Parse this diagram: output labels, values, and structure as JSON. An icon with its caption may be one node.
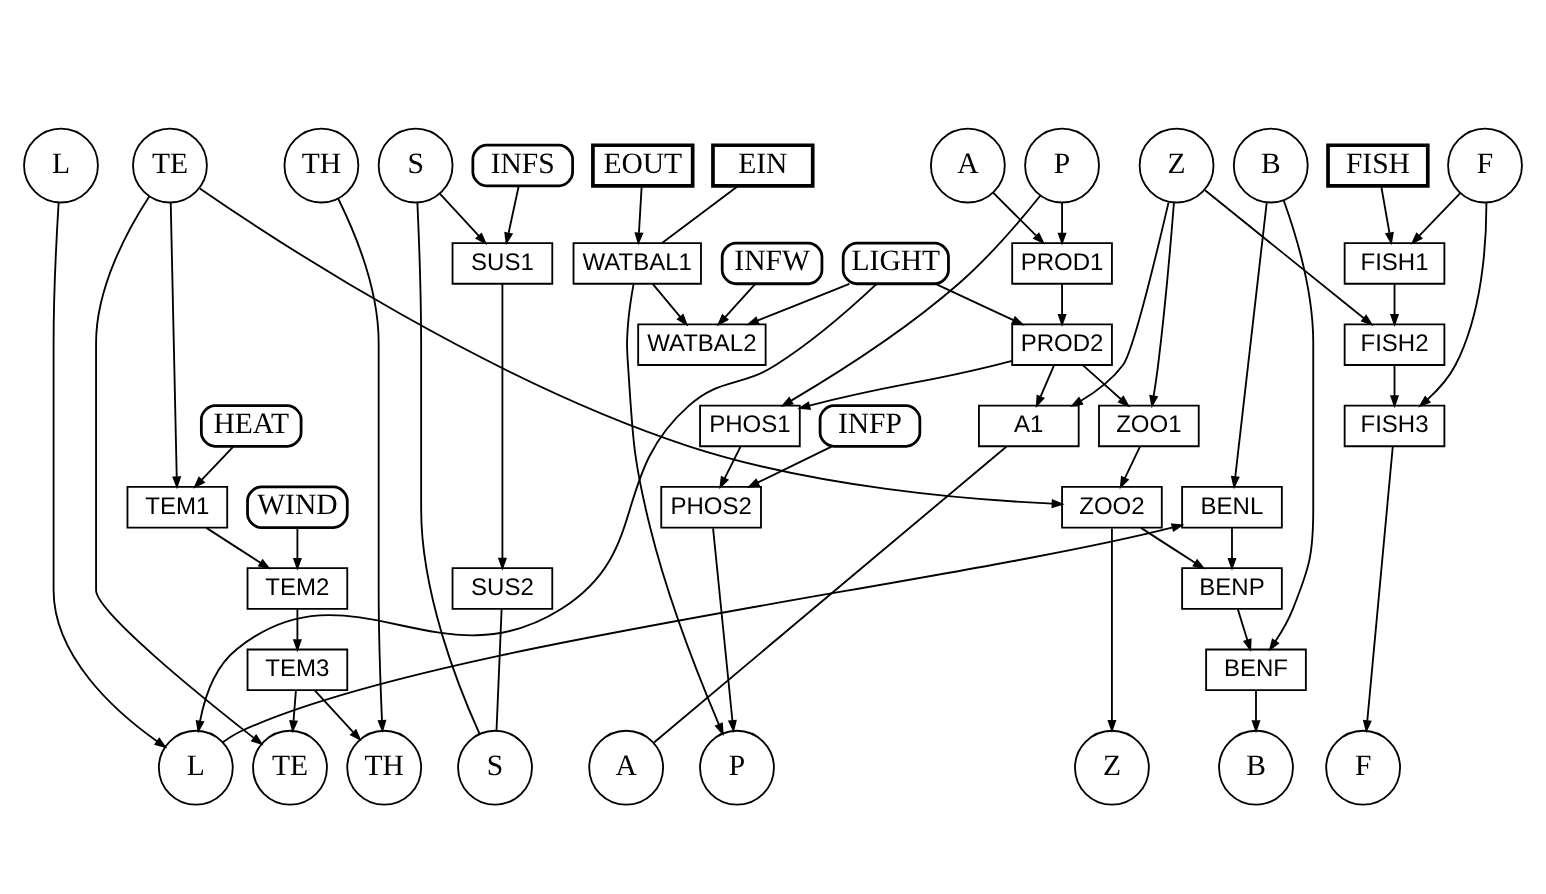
{
  "diagram": {
    "nodes": [
      {
        "text": [
          "L"
        ]
      },
      {
        "text": [
          "TE"
        ]
      },
      {
        "text": [
          "TH"
        ]
      },
      {
        "text": [
          "S"
        ]
      },
      {
        "text": [
          "A"
        ]
      },
      {
        "text": [
          "P"
        ]
      },
      {
        "text": [
          "Z"
        ]
      },
      {
        "text": [
          "B"
        ]
      },
      {
        "text": [
          "F"
        ]
      },
      {
        "text": [
          "EOUT"
        ]
      },
      {
        "text": [
          "FISH"
        ]
      },
      {
        "text": [
          "EIN"
        ]
      },
      {
        "text": [
          "INFW"
        ]
      },
      {
        "text": [
          "INFS"
        ]
      },
      {
        "text": [
          "LIGHT"
        ]
      },
      {
        "text": [
          "INFP"
        ]
      },
      {
        "text": [
          "WIND"
        ]
      },
      {
        "text": [
          "HEAT"
        ]
      },
      {
        "text": [
          "WATBAL1"
        ]
      },
      {
        "text": [
          "PROD1"
        ]
      },
      {
        "text": [
          "PROD2"
        ]
      },
      {
        "text": [
          "ZOO1"
        ]
      },
      {
        "text": [
          "FISH1"
        ]
      },
      {
        "text": [
          "WATBAL2"
        ]
      },
      {
        "text": [
          "SUS1"
        ]
      },
      {
        "text": [
          "A1"
        ]
      },
      {
        "text": [
          "ZOO2"
        ]
      },
      {
        "text": [
          "FISH2"
        ]
      },
      {
        "text": [
          "SUS2"
        ]
      },
      {
        "text": [
          "PHOS1"
        ]
      },
      {
        "text": [
          "BENL"
        ]
      },
      {
        "text": [
          "TEM1"
        ]
      },
      {
        "text": [
          "BENP"
        ]
      },
      {
        "text": [
          "FISH3"
        ]
      },
      {
        "text": [
          "TEM2"
        ]
      },
      {
        "text": [
          "PHOS2"
        ]
      },
      {
        "text": [
          "BENF"
        ]
      },
      {
        "text": [
          "TEM3"
        ]
      },
      {
        "text": [
          "L"
        ]
      },
      {
        "text": [
          "TE"
        ]
      },
      {
        "text": [
          "TH"
        ]
      },
      {
        "text": [
          "S"
        ]
      },
      {
        "text": [
          "A"
        ]
      },
      {
        "text": [
          "P"
        ]
      },
      {
        "text": [
          "Z"
        ]
      },
      {
        "text": [
          "B"
        ]
      },
      {
        "text": [
          "F"
        ]
      }
    ],
    "edges": [
      {
        "from": 9,
        "to": 18,
        "arrow": "to"
      },
      {
        "from": 11,
        "to": 18,
        "arrow": "none"
      },
      {
        "from": 18,
        "to": 23,
        "arrow": "to"
      },
      {
        "from": 12,
        "to": 23,
        "arrow": "to"
      },
      {
        "from": 13,
        "to": 24,
        "arrow": "to"
      },
      {
        "from": 14,
        "to": 23,
        "arrow": "to"
      },
      {
        "from": 14,
        "to": 20,
        "arrow": "to"
      },
      {
        "from": 14,
        "to": 38,
        "arrow": "to"
      },
      {
        "from": 0,
        "to": 38,
        "arrow": "to"
      },
      {
        "from": 18,
        "to": 43,
        "arrow": "to"
      },
      {
        "from": 38,
        "to": 30,
        "arrow": "to"
      },
      {
        "from": 1,
        "to": 26,
        "arrow": "to"
      },
      {
        "from": 1,
        "to": 31,
        "arrow": "to"
      },
      {
        "from": 1,
        "to": 39,
        "arrow": "to"
      },
      {
        "from": 2,
        "to": 40,
        "arrow": "to"
      },
      {
        "from": 37,
        "to": 39,
        "arrow": "to"
      },
      {
        "from": 37,
        "to": 40,
        "arrow": "to"
      },
      {
        "from": 31,
        "to": 34,
        "arrow": "to"
      },
      {
        "from": 34,
        "to": 37,
        "arrow": "to"
      },
      {
        "from": 17,
        "to": 31,
        "arrow": "to"
      },
      {
        "from": 16,
        "to": 34,
        "arrow": "to"
      },
      {
        "from": 15,
        "to": 35,
        "arrow": "to"
      },
      {
        "from": 3,
        "to": 24,
        "arrow": "to"
      },
      {
        "from": 3,
        "to": 41,
        "arrow": "none"
      },
      {
        "from": 24,
        "to": 28,
        "arrow": "to"
      },
      {
        "from": 28,
        "to": 41,
        "arrow": "none"
      },
      {
        "from": 4,
        "to": 19,
        "arrow": "to"
      },
      {
        "from": 5,
        "to": 19,
        "arrow": "to"
      },
      {
        "from": 19,
        "to": 20,
        "arrow": "to"
      },
      {
        "from": 20,
        "to": 21,
        "arrow": "to"
      },
      {
        "from": 20,
        "to": 25,
        "arrow": "to"
      },
      {
        "from": 20,
        "to": 29,
        "arrow": "to"
      },
      {
        "from": 5,
        "to": 29,
        "arrow": "to"
      },
      {
        "from": 25,
        "to": 42,
        "arrow": "none"
      },
      {
        "from": 6,
        "to": 25,
        "arrow": "to"
      },
      {
        "from": 6,
        "to": 21,
        "arrow": "to"
      },
      {
        "from": 6,
        "to": 27,
        "arrow": "to"
      },
      {
        "from": 21,
        "to": 26,
        "arrow": "to"
      },
      {
        "from": 26,
        "to": 44,
        "arrow": "to"
      },
      {
        "from": 26,
        "to": 32,
        "arrow": "to"
      },
      {
        "from": 29,
        "to": 35,
        "arrow": "to"
      },
      {
        "from": 35,
        "to": 43,
        "arrow": "to"
      },
      {
        "from": 7,
        "to": 30,
        "arrow": "to"
      },
      {
        "from": 7,
        "to": 36,
        "arrow": "to"
      },
      {
        "from": 30,
        "to": 32,
        "arrow": "to"
      },
      {
        "from": 32,
        "to": 36,
        "arrow": "to"
      },
      {
        "from": 36,
        "to": 45,
        "arrow": "to"
      },
      {
        "from": 8,
        "to": 22,
        "arrow": "to"
      },
      {
        "from": 8,
        "to": 33,
        "arrow": "to"
      },
      {
        "from": 10,
        "to": 22,
        "arrow": "to"
      },
      {
        "from": 22,
        "to": 27,
        "arrow": "to"
      },
      {
        "from": 27,
        "to": 33,
        "arrow": "to"
      },
      {
        "from": 33,
        "to": 46,
        "arrow": "to"
      }
    ]
  }
}
